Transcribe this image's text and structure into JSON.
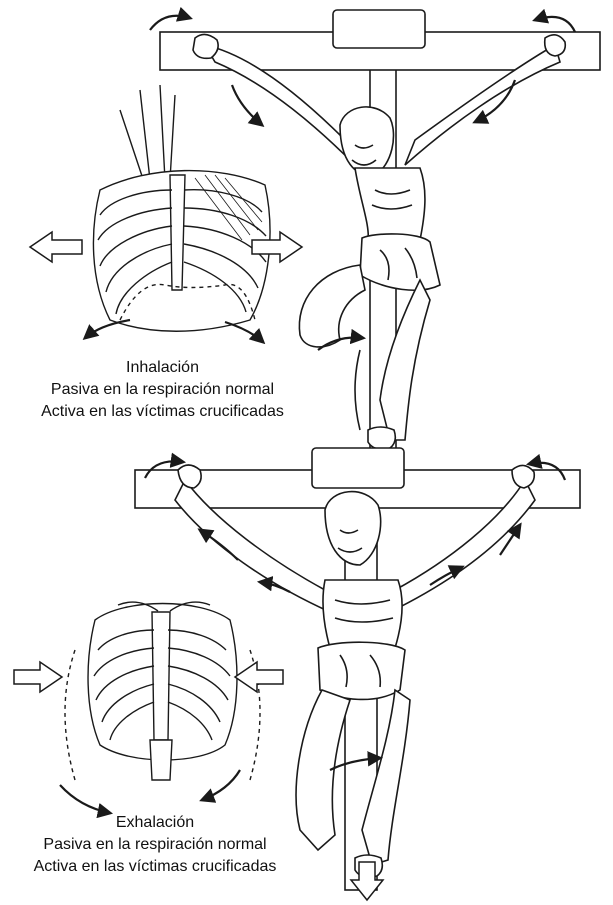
{
  "inhalation": {
    "title": "Inhalación",
    "line1": "Pasiva en la respiración normal",
    "line2": "Activa en las víctimas crucificadas"
  },
  "exhalation": {
    "title": "Exhalación",
    "line1": "Pasiva en la respiración normal",
    "line2": "Activa en las víctimas crucificadas"
  },
  "colors": {
    "ink": "#1a1a1a",
    "paper": "#ffffff"
  }
}
